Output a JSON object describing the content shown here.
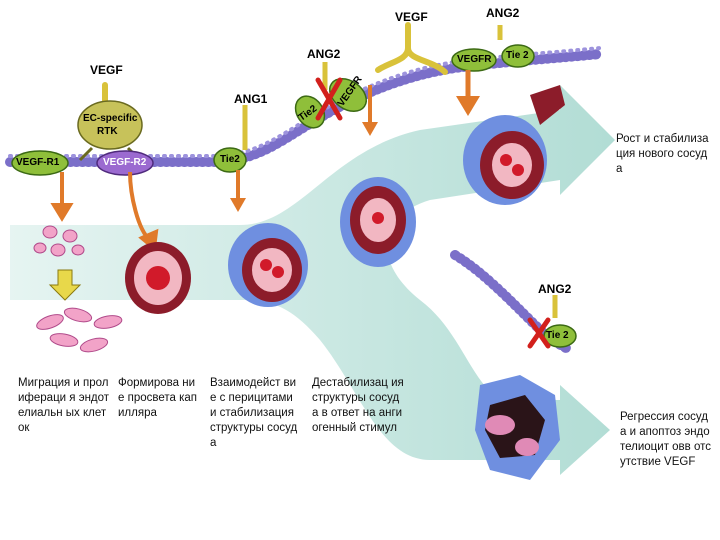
{
  "labels": {
    "vegf_left": "VEGF",
    "ec_specific_1": "EC-specific",
    "ec_specific_2": "RTK",
    "vegf_r1": "VEGF-R1",
    "vegf_r2": "VEGF-R2",
    "ang1": "ANG1",
    "tie2_a": "Tie2",
    "ang2_mid": "ANG2",
    "tie2_b": "Tie2",
    "vegfr_mid": "VEGFR",
    "vegf_top": "VEGF",
    "ang2_top": "ANG2",
    "vegfr_right": "VEGFR",
    "tie2_c": "Tie 2",
    "ang2_low": "ANG2",
    "tie2_d": "Tie 2"
  },
  "captions": {
    "c1": "Миграция и пролифераци я эндотелиальн ых клеток",
    "c2": "Формирова ние просвета капилляра",
    "c3": "Взаимодейст вие с перицитами и стабилизация структуры сосуда",
    "c4": "Дестабилизац ия структуры сосуда в ответ на ангиогенный стимул",
    "growth": "Рост и стабилизация нового сосуда",
    "regression": "Регрессия сосуда и апоптоз эндотелиоцит овв отсутствие VEGF"
  },
  "colors": {
    "flow": "#bfe3dd",
    "membrane": "#7b6fc9",
    "receptor_green": "#8fbf3a",
    "ligand_yellow": "#e8d84a",
    "arrow_orange": "#e07a2a",
    "vessel_red": "#8c1c2a",
    "pericyte_blue": "#6f8fe0"
  }
}
